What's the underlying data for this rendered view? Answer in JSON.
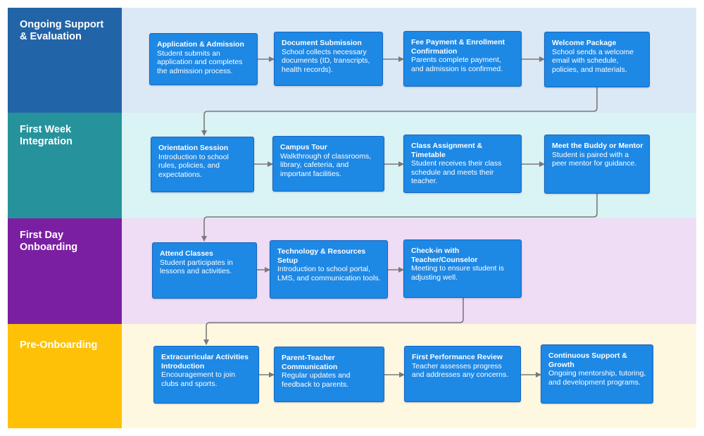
{
  "colors": {
    "box_fill": "#1e88e5",
    "connector": "#7a7a7a"
  },
  "lanes": [
    {
      "label": "Ongoing Support\n& Evaluation",
      "head_color": "#2264a8",
      "body_color": "#dbe8f6"
    },
    {
      "label": "First Week\nIntegration",
      "head_color": "#26939c",
      "body_color": "#daf3f5"
    },
    {
      "label": "First Day\nOnboarding",
      "head_color": "#7b1fa2",
      "body_color": "#efdcf5"
    },
    {
      "label": "Pre-Onboarding",
      "head_color": "#ffc107",
      "body_color": "#fff8e1"
    }
  ],
  "steps": [
    {
      "title": "Application & Admission",
      "desc": "Student submits an application and completes the admission process."
    },
    {
      "title": "Document Submission",
      "desc": "School collects necessary documents (ID, transcripts, health records)."
    },
    {
      "title": "Fee Payment & Enrollment Confirmation",
      "desc": "Parents complete payment, and admission is confirmed."
    },
    {
      "title": "Welcome Package",
      "desc": "School sends a welcome email with schedule, policies, and materials."
    },
    {
      "title": "Orientation Session",
      "desc": "Introduction to school rules, policies, and expectations."
    },
    {
      "title": "Campus Tour",
      "desc": "Walkthrough of classrooms, library, cafeteria, and important facilities."
    },
    {
      "title": "Class Assignment & Timetable",
      "desc": "Student receives their class schedule and meets their teacher."
    },
    {
      "title": "Meet the Buddy or Mentor",
      "desc": "Student is paired with a peer mentor for guidance."
    },
    {
      "title": "Attend Classes",
      "desc": "Student participates in lessons and activities."
    },
    {
      "title": "Technology & Resources Setup",
      "desc": "Introduction to school portal, LMS, and communication tools."
    },
    {
      "title": "Check-in with Teacher/Counselor",
      "desc": "Meeting to ensure student is adjusting well."
    },
    {
      "title": "Extracurricular Activities Introduction",
      "desc": "Encouragement to join clubs and sports."
    },
    {
      "title": "Parent-Teacher Communication",
      "desc": "Regular updates and feedback to parents."
    },
    {
      "title": "First Performance Review",
      "desc": "Teacher assesses progress and addresses any concerns."
    },
    {
      "title": "Continuous Support & Growth",
      "desc": "Ongoing mentorship, tutoring, and development programs."
    }
  ]
}
